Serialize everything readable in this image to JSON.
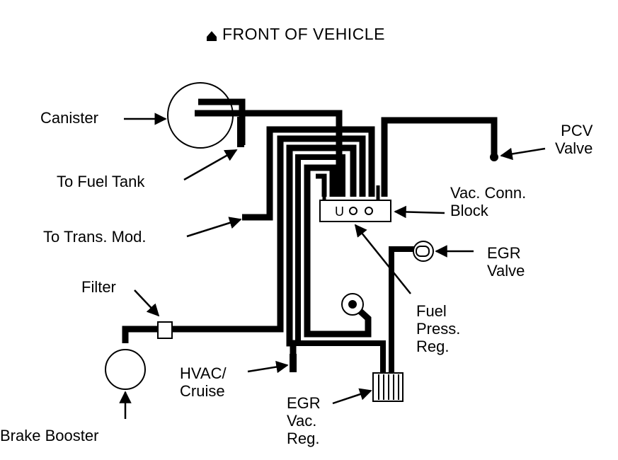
{
  "title": "FRONT OF VEHICLE",
  "labels": {
    "canister": "Canister",
    "fuel_tank": "To Fuel Tank",
    "trans_mod": "To Trans. Mod.",
    "filter": "Filter",
    "brake_booster": "Brake Booster",
    "hvac": [
      "HVAC/",
      "Cruise"
    ],
    "egr_vac_reg": [
      "EGR",
      "Vac.",
      "Reg."
    ],
    "fuel_press_reg": [
      "Fuel",
      "Press.",
      "Reg."
    ],
    "egr_valve": [
      "EGR",
      "Valve"
    ],
    "vac_block": [
      "Vac. Conn.",
      "Block"
    ],
    "pcv_valve": [
      "PCV",
      "Valve"
    ]
  },
  "colors": {
    "ink": "#000000",
    "background": "#ffffff"
  }
}
